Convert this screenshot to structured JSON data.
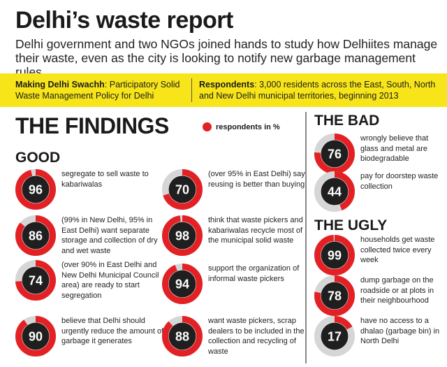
{
  "title": "Delhi’s waste report",
  "subtitle": "Delhi government and two NGOs joined hands to study how Delhiites manage their waste, even as the city is looking to notify new garbage management rules.",
  "banner": {
    "left_bold": "Making Delhi Swachh",
    "left_rest": ": Participatory Solid Waste Management Policy for Delhi",
    "right_bold": "Respondents",
    "right_rest": ": 3,000 residents across the East, South, North and New Delhi municipal territories, beginning 2013"
  },
  "findings_heading": "THE FINDINGS",
  "legend_label": "respondents in %",
  "colors": {
    "accent": "#e32124",
    "ring_bg": "#d6d6d6",
    "center": "#1f1f1f",
    "banner": "#f7e51a"
  },
  "good": {
    "heading": "GOOD",
    "items": [
      {
        "value": 96,
        "text": "segregate to sell waste to kabariwalas"
      },
      {
        "value": 86,
        "text": "(99% in New Delhi, 95% in East Delhi) want separate storage and collection of dry and wet waste"
      },
      {
        "value": 74,
        "text": "(over 90% in East Delhi and New Delhi Municipal Council area) are ready to start segregation"
      },
      {
        "value": 90,
        "text": "believe that Delhi should urgently reduce the amount of garbage it generates"
      },
      {
        "value": 70,
        "text": "(over 95% in East Delhi) say reusing is better than buying"
      },
      {
        "value": 98,
        "text": "think that waste pickers and kabariwalas recycle most of the municipal solid waste"
      },
      {
        "value": 94,
        "text": "support the organization of informal waste pickers"
      },
      {
        "value": 88,
        "text": "want waste pickers, scrap dealers to be included in the collection and recycling of waste"
      }
    ]
  },
  "bad": {
    "heading": "THE BAD",
    "items": [
      {
        "value": 76,
        "text": "wrongly believe that glass and metal are biodegradable"
      },
      {
        "value": 44,
        "text": "pay for doorstep waste collection"
      }
    ]
  },
  "ugly": {
    "heading": "THE UGLY",
    "items": [
      {
        "value": 99,
        "text": "households get waste collected twice every week"
      },
      {
        "value": 78,
        "text": "dump garbage on the roadside or at plots in their neighbourhood"
      },
      {
        "value": 17,
        "text": "have no access to a dhalao (garbage bin) in North Delhi"
      }
    ]
  }
}
